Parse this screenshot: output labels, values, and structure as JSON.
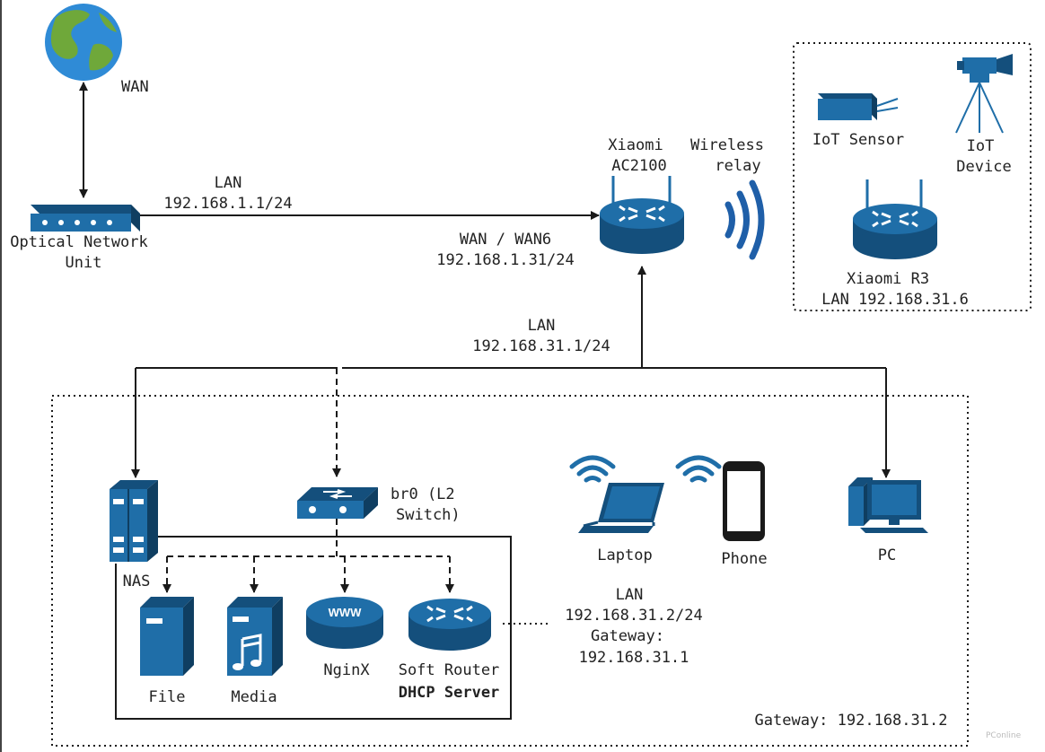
{
  "labels": {
    "wan": "WAN",
    "ont_line1": "Optical Network",
    "ont_line2": "Unit",
    "lan1_title": "LAN",
    "lan1_ip": "192.168.1.1/24",
    "wan_wan6": "WAN / WAN6",
    "wan_ip": "192.168.1.31/24",
    "xiaomi_ac_line1": "Xiaomi",
    "xiaomi_ac_line2": "AC2100",
    "wireless_line1": "Wireless",
    "wireless_line2": "relay",
    "iot_sensor": "IoT Sensor",
    "iot_device_line1": "IoT",
    "iot_device_line2": "Device",
    "xiaomi_r3": "Xiaomi R3",
    "r3_lan": "LAN 192.168.31.6",
    "lan2_title": "LAN",
    "lan2_ip": "192.168.31.1/24",
    "br0_line1": "br0 (L2",
    "br0_line2": "Switch)",
    "nas": "NAS",
    "file": "File",
    "media": "Media",
    "nginx": "NginX",
    "www": "WWW",
    "soft_router_line1": "Soft Router",
    "soft_router_line2": "DHCP Server",
    "lan3_title": "LAN",
    "lan3_ip": "192.168.31.2/24",
    "gateway_label": "Gateway:",
    "gateway_ip": "192.168.31.1",
    "laptop": "Laptop",
    "phone": "Phone",
    "pc": "PC",
    "bottom_gateway": "Gateway: 192.168.31.2",
    "watermark": "PConline"
  },
  "colors": {
    "device": "#1f6ea8",
    "device_dark": "#144f7c",
    "globe_water": "#2f8bd6",
    "globe_land": "#6fa83a",
    "line": "#1a1a1a"
  },
  "icons": [
    "globe-icon",
    "onu-icon",
    "router-icon",
    "wireless-icon",
    "iot-sensor-icon",
    "camera-icon",
    "switch-icon",
    "server-icon",
    "file-server-icon",
    "media-server-icon",
    "www-icon",
    "laptop-icon",
    "phone-icon",
    "wifi-icon",
    "pc-icon"
  ]
}
